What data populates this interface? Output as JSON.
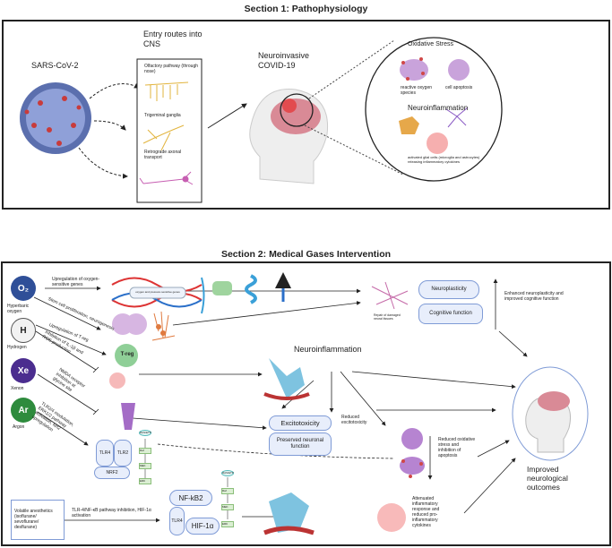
{
  "section1": {
    "title": "Section 1: Pathophysiology",
    "virus": "SARS-CoV-2",
    "entry_title": "Entry routes into CNS",
    "routes": [
      "Olfactory pathway (through nose)",
      "Trigeminal ganglia",
      "Retrograde axonal transport"
    ],
    "neuroinvasive": "Neuroinvasive COVID-19",
    "oxidative_title": "Oxidative Stress",
    "ros": "reactive oxygen species",
    "apoptosis": "cell apoptosis",
    "neuroinflammation_title": "Neuroinflammation",
    "glial": "activated glial cells (microglia and astrocytes) releasing inflammatory cytokines"
  },
  "section2": {
    "title": "Section 2: Medical Gases Intervention",
    "gases": [
      {
        "symbol": "O₂",
        "label": "Hyperbaric oxygen",
        "color": "#2f4f98"
      },
      {
        "symbol": "H",
        "label": "Hydrogen",
        "color": "#f2f2f2"
      },
      {
        "symbol": "Xe",
        "label": "Xenon",
        "color": "#4b2d8f"
      },
      {
        "symbol": "Ar",
        "label": "Argon",
        "color": "#2e8b3d"
      }
    ],
    "arrows": {
      "o2_genes": "Upregulation of oxygen-sensitive genes",
      "o2_stem": "Stem cell proliferation, neurogenesis",
      "h_treg": "Upregulation of T-reg",
      "h_il": "Inhibition of IL-1β and ROS production",
      "xe": "NMDA receptor inhibition at glycine site",
      "ar": "TLR2/4 modulation, ERK1/2 pathway activation, Nrf2 upregulation",
      "volatile": "TLR-4/NF-κB pathway inhibition, HIF-1α activation"
    },
    "dna_label": "oxygen and pressure sensitive genes",
    "treg": "T-reg",
    "tlr4": "TLR4",
    "tlr2": "TLR2",
    "nrf2": "NRF2",
    "nfkb2": "NF-kB2",
    "hif": "HIF-1α",
    "pathway": [
      "RAS/ETP",
      "Raf",
      "MEK",
      "ERK"
    ],
    "volatile_box": "Volatile anesthetics (isoflurane/ sevoflurane/ desflurane)",
    "neuroinflammation": "Neuroinflammation",
    "excitotoxicity": "Excitotoxicity",
    "preserved": "Preserved neuronal function",
    "reduced_excito": "Reduced excitotoxicity",
    "repair": "Repair of damaged neural tissues",
    "neuroplasticity": "Neuroplasticity",
    "cognitive": "Cognitive function",
    "enhanced": "Enhanced neuroplasticity and improved cognitive function",
    "reduced_oxidative": "Reduced oxidative stress and inhibition of apoptosis",
    "attenuated": "Attenuated inflammatory response and reduced pro-inflammatory cytokines",
    "outcome": "Improved neurological outcomes"
  }
}
